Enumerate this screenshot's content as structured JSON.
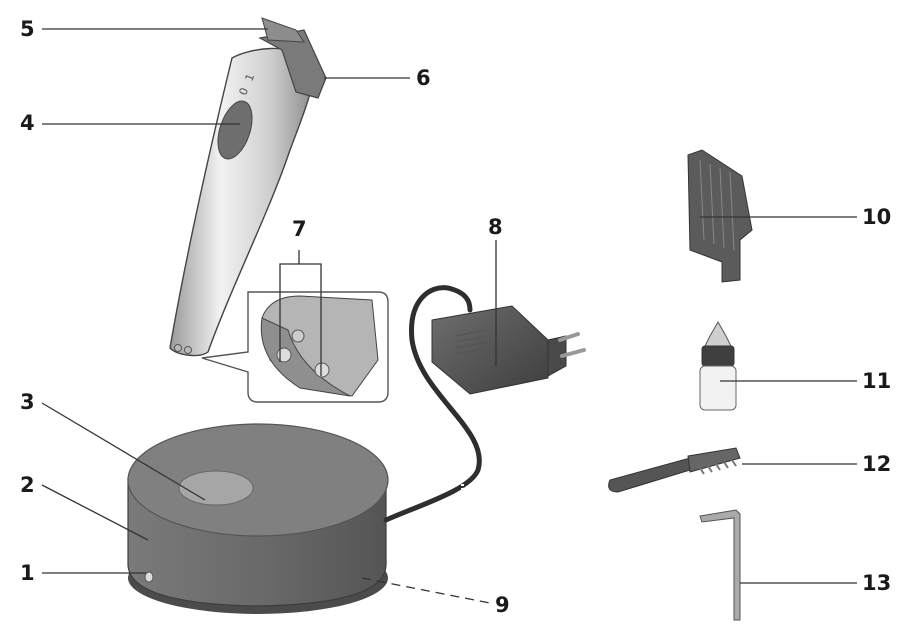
{
  "diagram": {
    "type": "product-parts-overview",
    "subject": "hair trimmer with charging stand and accessories",
    "colors": {
      "line": "#333333",
      "label": "#1a1a1a",
      "body_silver": "#d4d4d4",
      "dark_grey": "#5e5e5e",
      "stand_grey": "#6b6b6b"
    }
  },
  "callouts": [
    {
      "number": "1",
      "part": "charging-indicator-light"
    },
    {
      "number": "2",
      "part": "charging-stand"
    },
    {
      "number": "3",
      "part": "stand-contact-socket"
    },
    {
      "number": "4",
      "part": "on-off-switch"
    },
    {
      "number": "5",
      "part": "blade"
    },
    {
      "number": "6",
      "part": "cutting-head-collar"
    },
    {
      "number": "7",
      "part": "charging-contacts"
    },
    {
      "number": "8",
      "part": "power-adapter"
    },
    {
      "number": "9",
      "part": "cord-storage-underside"
    },
    {
      "number": "10",
      "part": "comb-attachment"
    },
    {
      "number": "11",
      "part": "oil-bottle"
    },
    {
      "number": "12",
      "part": "cleaning-brush"
    },
    {
      "number": "13",
      "part": "hex-key"
    }
  ],
  "markings": {
    "switch_on": "1",
    "switch_off": "0"
  }
}
